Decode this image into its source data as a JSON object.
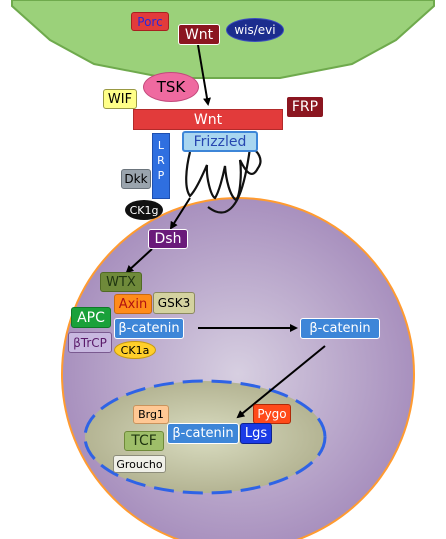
{
  "labels": {
    "porc": "Porc",
    "wnt_top": "Wnt",
    "wis_evi": "wis/evi",
    "tsk": "TSK",
    "wif": "WIF",
    "frp": "FRP",
    "wnt_bound": "Wnt",
    "frizzled": "Frizzled",
    "lrp": [
      "L",
      "R",
      "P"
    ],
    "dkk": "Dkk",
    "ck1g": "CK1g",
    "dsh": "Dsh",
    "wtx": "WTX",
    "axin": "Axin",
    "gsk3": "GSK3",
    "apc": "APC",
    "beta_catenin_complex": "β-catenin",
    "btrcp": "βTrCP",
    "ck1a": "CK1a",
    "beta_catenin_cyto": "β-catenin",
    "brg1": "Brg1",
    "pygo": "Pygo",
    "tcf": "TCF",
    "beta_catenin_nuclear": "β-catenin",
    "lgs": "Lgs",
    "groucho": "Groucho"
  },
  "colors": {
    "sending_cell": "#9bd17a",
    "receiving_cell": "#b7a1c9",
    "nucleus": "#bfbf9a",
    "nucleus_border": "#2e63e6",
    "red": "#e23b3b",
    "dark_red": "#8b1620",
    "navy": "#1c2d8e",
    "pink": "#ef6aa0",
    "yellow": "#ffff88",
    "light_blue": "#a9d6f0",
    "blue": "#3d86d8",
    "grey": "#9aa4ad",
    "black": "#111111",
    "purple": "#6a1a7a",
    "olive": "#6f8a3a",
    "orange": "#ff8c1a",
    "khaki": "#d4d2a0",
    "green": "#1aa13a",
    "mauve": "#c8b8e0",
    "gold": "#ffcf2a",
    "peach": "#ffc894",
    "orange_red": "#ff4a1a",
    "lgs_blue": "#1a3be6",
    "tcf_green": "#9ebe69",
    "pale": "#f0f0e8"
  }
}
